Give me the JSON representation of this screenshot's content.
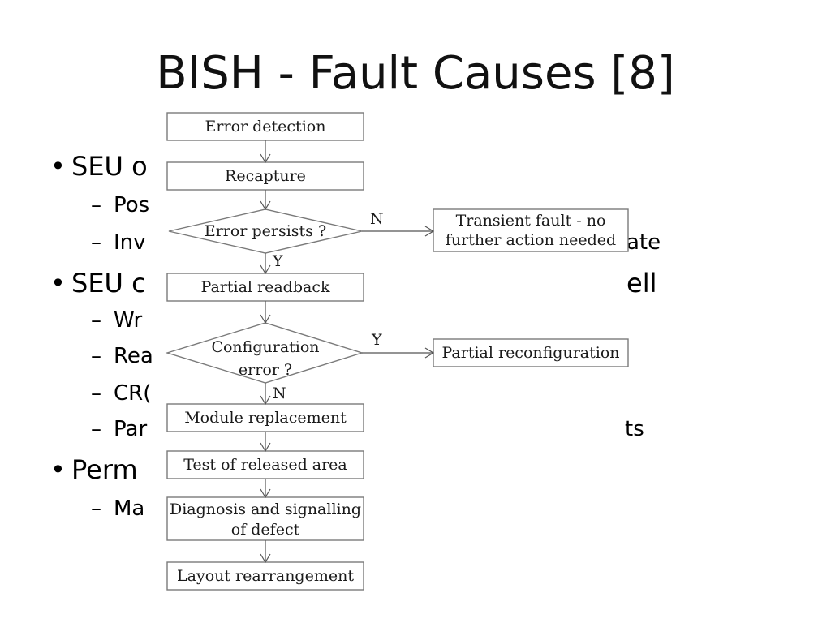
{
  "slide": {
    "title": "BISH - Fault Causes [8]",
    "bullets": [
      {
        "level": 1,
        "text": "SEU o"
      },
      {
        "level": 2,
        "text": "Pos"
      },
      {
        "level": 2,
        "text": "Inv",
        "tail": "ate"
      },
      {
        "level": 1,
        "text": "SEU c",
        "tail": "ell"
      },
      {
        "level": 2,
        "text": "Wr"
      },
      {
        "level": 2,
        "text": "Rea"
      },
      {
        "level": 2,
        "text": "CR("
      },
      {
        "level": 2,
        "text": "Par",
        "tail": "ts"
      },
      {
        "level": 1,
        "text": "Perm"
      },
      {
        "level": 2,
        "text": "Ma"
      }
    ]
  },
  "flowchart": {
    "nodes": [
      {
        "id": "error_detection",
        "shape": "rect",
        "lines": [
          "Error detection"
        ]
      },
      {
        "id": "recapture",
        "shape": "rect",
        "lines": [
          "Recapture"
        ]
      },
      {
        "id": "error_persists",
        "shape": "diamond",
        "lines": [
          "Error persists ?"
        ]
      },
      {
        "id": "transient_fault",
        "shape": "rect",
        "lines": [
          "Transient fault - no",
          "further action needed"
        ]
      },
      {
        "id": "partial_readback",
        "shape": "rect",
        "lines": [
          "Partial readback"
        ]
      },
      {
        "id": "configuration_error",
        "shape": "diamond",
        "lines": [
          "Configuration",
          "error ?"
        ]
      },
      {
        "id": "partial_reconfiguration",
        "shape": "rect",
        "lines": [
          "Partial reconfiguration"
        ]
      },
      {
        "id": "module_replacement",
        "shape": "rect",
        "lines": [
          "Module replacement"
        ]
      },
      {
        "id": "test_released_area",
        "shape": "rect",
        "lines": [
          "Test of released area"
        ]
      },
      {
        "id": "diagnosis",
        "shape": "rect",
        "lines": [
          "Diagnosis and signalling",
          "of defect"
        ]
      },
      {
        "id": "layout_rearrangement",
        "shape": "rect",
        "lines": [
          "Layout rearrangement"
        ]
      }
    ],
    "edges": [
      {
        "from": "error_detection",
        "to": "recapture",
        "label": ""
      },
      {
        "from": "recapture",
        "to": "error_persists",
        "label": ""
      },
      {
        "from": "error_persists",
        "to": "transient_fault",
        "label": "N"
      },
      {
        "from": "error_persists",
        "to": "partial_readback",
        "label": "Y"
      },
      {
        "from": "partial_readback",
        "to": "configuration_error",
        "label": ""
      },
      {
        "from": "configuration_error",
        "to": "partial_reconfiguration",
        "label": "Y"
      },
      {
        "from": "configuration_error",
        "to": "module_replacement",
        "label": "N"
      },
      {
        "from": "module_replacement",
        "to": "test_released_area",
        "label": ""
      },
      {
        "from": "test_released_area",
        "to": "diagnosis",
        "label": ""
      },
      {
        "from": "diagnosis",
        "to": "layout_rearrangement",
        "label": ""
      }
    ]
  }
}
